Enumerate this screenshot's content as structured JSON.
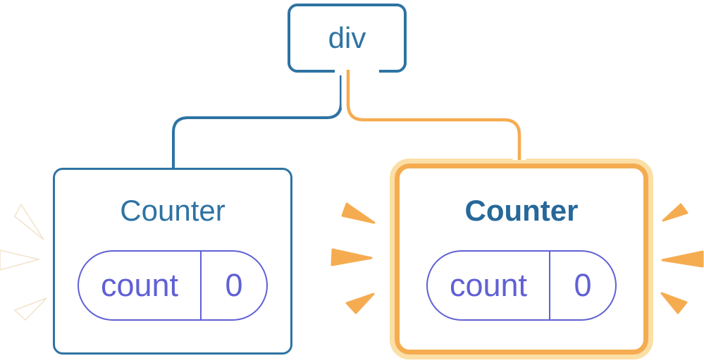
{
  "root_node": {
    "label": "div"
  },
  "left_component": {
    "title": "Counter",
    "state_key": "count",
    "state_value": "0",
    "highlighted": false
  },
  "right_component": {
    "title": "Counter",
    "state_key": "count",
    "state_value": "0",
    "highlighted": true
  },
  "colors": {
    "blue": "#2E73A3",
    "bold_title_blue": "#26689A",
    "purple": "#6060D6",
    "orange": "#F5AC50",
    "orange_light": "#FBDFA6",
    "spark_white": "#FFFFFF"
  }
}
